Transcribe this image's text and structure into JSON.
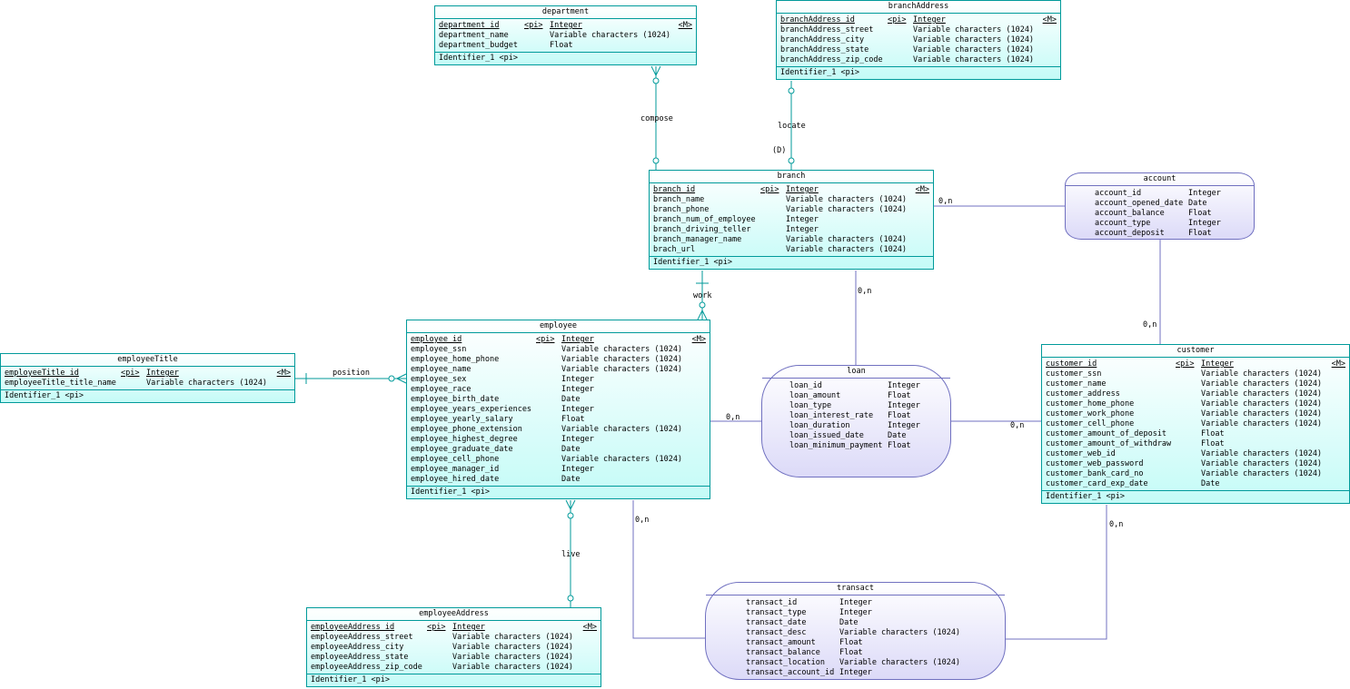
{
  "entities": {
    "department": {
      "name": "department",
      "attrs": [
        {
          "name": "department_id",
          "p": "<pi>",
          "type": "Integer",
          "m": "<M>"
        },
        {
          "name": "department_name",
          "type": "Variable characters (1024)"
        },
        {
          "name": "department_budget",
          "type": "Float"
        }
      ],
      "identifier": "Identifier_1  <pi>"
    },
    "branchAddress": {
      "name": "branchAddress",
      "attrs": [
        {
          "name": "branchAddress_id",
          "p": "<pi>",
          "type": "Integer",
          "m": "<M>"
        },
        {
          "name": "branchAddress_street",
          "type": "Variable characters (1024)"
        },
        {
          "name": "branchAddress_city",
          "type": "Variable characters (1024)"
        },
        {
          "name": "branchAddress_state",
          "type": "Variable characters (1024)"
        },
        {
          "name": "branchAddress_zip_code",
          "type": "Variable characters (1024)"
        }
      ],
      "identifier": "Identifier_1  <pi>"
    },
    "branch": {
      "name": "branch",
      "attrs": [
        {
          "name": "branch_id",
          "p": "<pi>",
          "type": "Integer",
          "m": "<M>"
        },
        {
          "name": "branch_name",
          "type": "Variable characters (1024)"
        },
        {
          "name": "branch_phone",
          "type": "Variable characters (1024)"
        },
        {
          "name": "branch_num_of_employee",
          "type": "Integer"
        },
        {
          "name": "branch_driving_teller",
          "type": "Integer"
        },
        {
          "name": "branch_manager_name",
          "type": "Variable characters (1024)"
        },
        {
          "name": "brach_url",
          "type": "Variable characters (1024)"
        }
      ],
      "identifier": "Identifier_1  <pi>"
    },
    "employee": {
      "name": "employee",
      "attrs": [
        {
          "name": "employee_id",
          "p": "<pi>",
          "type": "Integer",
          "m": "<M>"
        },
        {
          "name": "employee_ssn",
          "type": "Variable characters (1024)"
        },
        {
          "name": "employee_home_phone",
          "type": "Variable characters (1024)"
        },
        {
          "name": "employee_name",
          "type": "Variable characters (1024)"
        },
        {
          "name": "employee_sex",
          "type": "Integer"
        },
        {
          "name": "employee_race",
          "type": "Integer"
        },
        {
          "name": "employee_birth_date",
          "type": "Date"
        },
        {
          "name": "employee_years_experiences",
          "type": "Integer"
        },
        {
          "name": "employee_yearly_salary",
          "type": "Float"
        },
        {
          "name": "employee_phone_extension",
          "type": "Variable characters (1024)"
        },
        {
          "name": "employee_highest_degree",
          "type": "Integer"
        },
        {
          "name": "employee_graduate_date",
          "type": "Date"
        },
        {
          "name": "employee_cell_phone",
          "type": "Variable characters (1024)"
        },
        {
          "name": "employee_manager_id",
          "type": "Integer"
        },
        {
          "name": "employee_hired_date",
          "type": "Date"
        }
      ],
      "identifier": "Identifier_1  <pi>"
    },
    "employeeTitle": {
      "name": "employeeTitle",
      "attrs": [
        {
          "name": "employeeTitle_id",
          "p": "<pi>",
          "type": "Integer",
          "m": "<M>"
        },
        {
          "name": "employeeTitle_title_name",
          "type": "Variable characters (1024)"
        }
      ],
      "identifier": "Identifier_1  <pi>"
    },
    "employeeAddress": {
      "name": "employeeAddress",
      "attrs": [
        {
          "name": "employeeAddress_id",
          "p": "<pi>",
          "type": "Integer",
          "m": "<M>"
        },
        {
          "name": "employeeAddress_street",
          "type": "Variable characters (1024)"
        },
        {
          "name": "employeeAddress_city",
          "type": "Variable characters (1024)"
        },
        {
          "name": "employeeAddress_state",
          "type": "Variable characters (1024)"
        },
        {
          "name": "employeeAddress_zip_code",
          "type": "Variable characters (1024)"
        }
      ],
      "identifier": "Identifier_1  <pi>"
    },
    "customer": {
      "name": "customer",
      "attrs": [
        {
          "name": "customer_id",
          "p": "<pi>",
          "type": "Integer",
          "m": "<M>"
        },
        {
          "name": "customer_ssn",
          "type": "Variable characters (1024)"
        },
        {
          "name": "customer_name",
          "type": "Variable characters (1024)"
        },
        {
          "name": "customer_address",
          "type": "Variable characters (1024)"
        },
        {
          "name": "customer_home_phone",
          "type": "Variable characters (1024)"
        },
        {
          "name": "customer_work_phone",
          "type": "Variable characters (1024)"
        },
        {
          "name": "customer_cell_phone",
          "type": "Variable characters (1024)"
        },
        {
          "name": "customer_amount_of_deposit",
          "type": "Float"
        },
        {
          "name": "customer_amount_of_withdraw",
          "type": "Float"
        },
        {
          "name": "customer_web_id",
          "type": "Variable characters (1024)"
        },
        {
          "name": "customer_web_password",
          "type": "Variable characters (1024)"
        },
        {
          "name": "customer_bank_card_no",
          "type": "Variable characters (1024)"
        },
        {
          "name": "customer_card_exp_date",
          "type": "Date"
        }
      ],
      "identifier": "Identifier_1  <pi>"
    }
  },
  "associations": {
    "account": {
      "name": "account",
      "attrs": [
        {
          "name": "account_id",
          "type": "Integer"
        },
        {
          "name": "account_opened_date",
          "type": "Date"
        },
        {
          "name": "account_balance",
          "type": "Float"
        },
        {
          "name": "account_type",
          "type": "Integer"
        },
        {
          "name": "account_deposit",
          "type": "Float"
        }
      ]
    },
    "loan": {
      "name": "loan",
      "attrs": [
        {
          "name": "loan_id",
          "type": "Integer"
        },
        {
          "name": "loan_amount",
          "type": "Float"
        },
        {
          "name": "loan_type",
          "type": "Integer"
        },
        {
          "name": "loan_interest_rate",
          "type": "Float"
        },
        {
          "name": "loan_duration",
          "type": "Integer"
        },
        {
          "name": "loan_issued_date",
          "type": "Date"
        },
        {
          "name": "loan_minimum_payment",
          "type": "Float"
        }
      ]
    },
    "transact": {
      "name": "transact",
      "attrs": [
        {
          "name": "transact_id",
          "type": "Integer"
        },
        {
          "name": "transact_type",
          "type": "Integer"
        },
        {
          "name": "transact_date",
          "type": "Date"
        },
        {
          "name": "transact_desc",
          "type": "Variable characters (1024)"
        },
        {
          "name": "transact_amount",
          "type": "Float"
        },
        {
          "name": "transact_balance",
          "type": "Float"
        },
        {
          "name": "transact_location",
          "type": "Variable characters (1024)"
        },
        {
          "name": "transact_account_id",
          "type": "Integer"
        }
      ]
    }
  },
  "labels": {
    "compose": "compose",
    "locate": "locate",
    "locate_d": "(D)",
    "work": "work",
    "position": "position",
    "live": "live",
    "card_branch_account": "0,n",
    "card_account_customer": "0,n",
    "card_branch_loan": "0,n",
    "card_employee_loan": "0,n",
    "card_loan_customer": "0,n",
    "card_employee_transact": "0,n",
    "card_customer_transact": "0,n"
  },
  "colors": {
    "entity_border": "#009a9a",
    "assoc_border": "#7070c0",
    "link": "#009a9a",
    "assoc_link": "#7070c0"
  }
}
